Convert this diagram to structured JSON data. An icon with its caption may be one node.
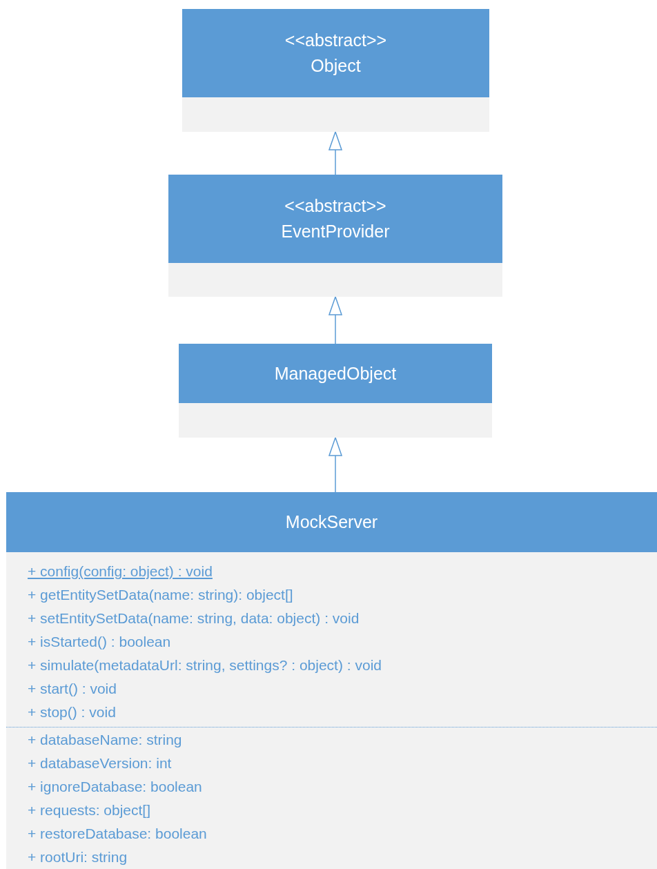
{
  "diagram": {
    "nodes": [
      {
        "text": [
          "<<abstract>>",
          "Object"
        ]
      },
      {
        "text": [
          "<<abstract>>",
          "EventProvider"
        ]
      },
      {
        "text": [
          "ManagedObject"
        ]
      },
      {
        "text": [
          "MockServer",
          "+ config(config: object) : void",
          "+ getEntitySetData(name: string): object[]",
          "+ setEntitySetData(name: string, data: object) : void",
          "+ isStarted() : boolean",
          "+ simulate(metadataUrl: string, settings? : object) : void",
          "+ start() : void",
          "+ stop() : void",
          "+ databaseName: string",
          "+ databaseVersion: int",
          "+ ignoreDatabase: boolean",
          "+ requests: object[]",
          "+ restoreDatabase: boolean",
          "+ rootUri: string"
        ]
      }
    ],
    "edges": [
      {
        "from": 1,
        "to": 0,
        "arrow": "to"
      },
      {
        "from": 2,
        "to": 1,
        "arrow": "to"
      },
      {
        "from": 3,
        "to": 2,
        "arrow": "to"
      }
    ]
  }
}
